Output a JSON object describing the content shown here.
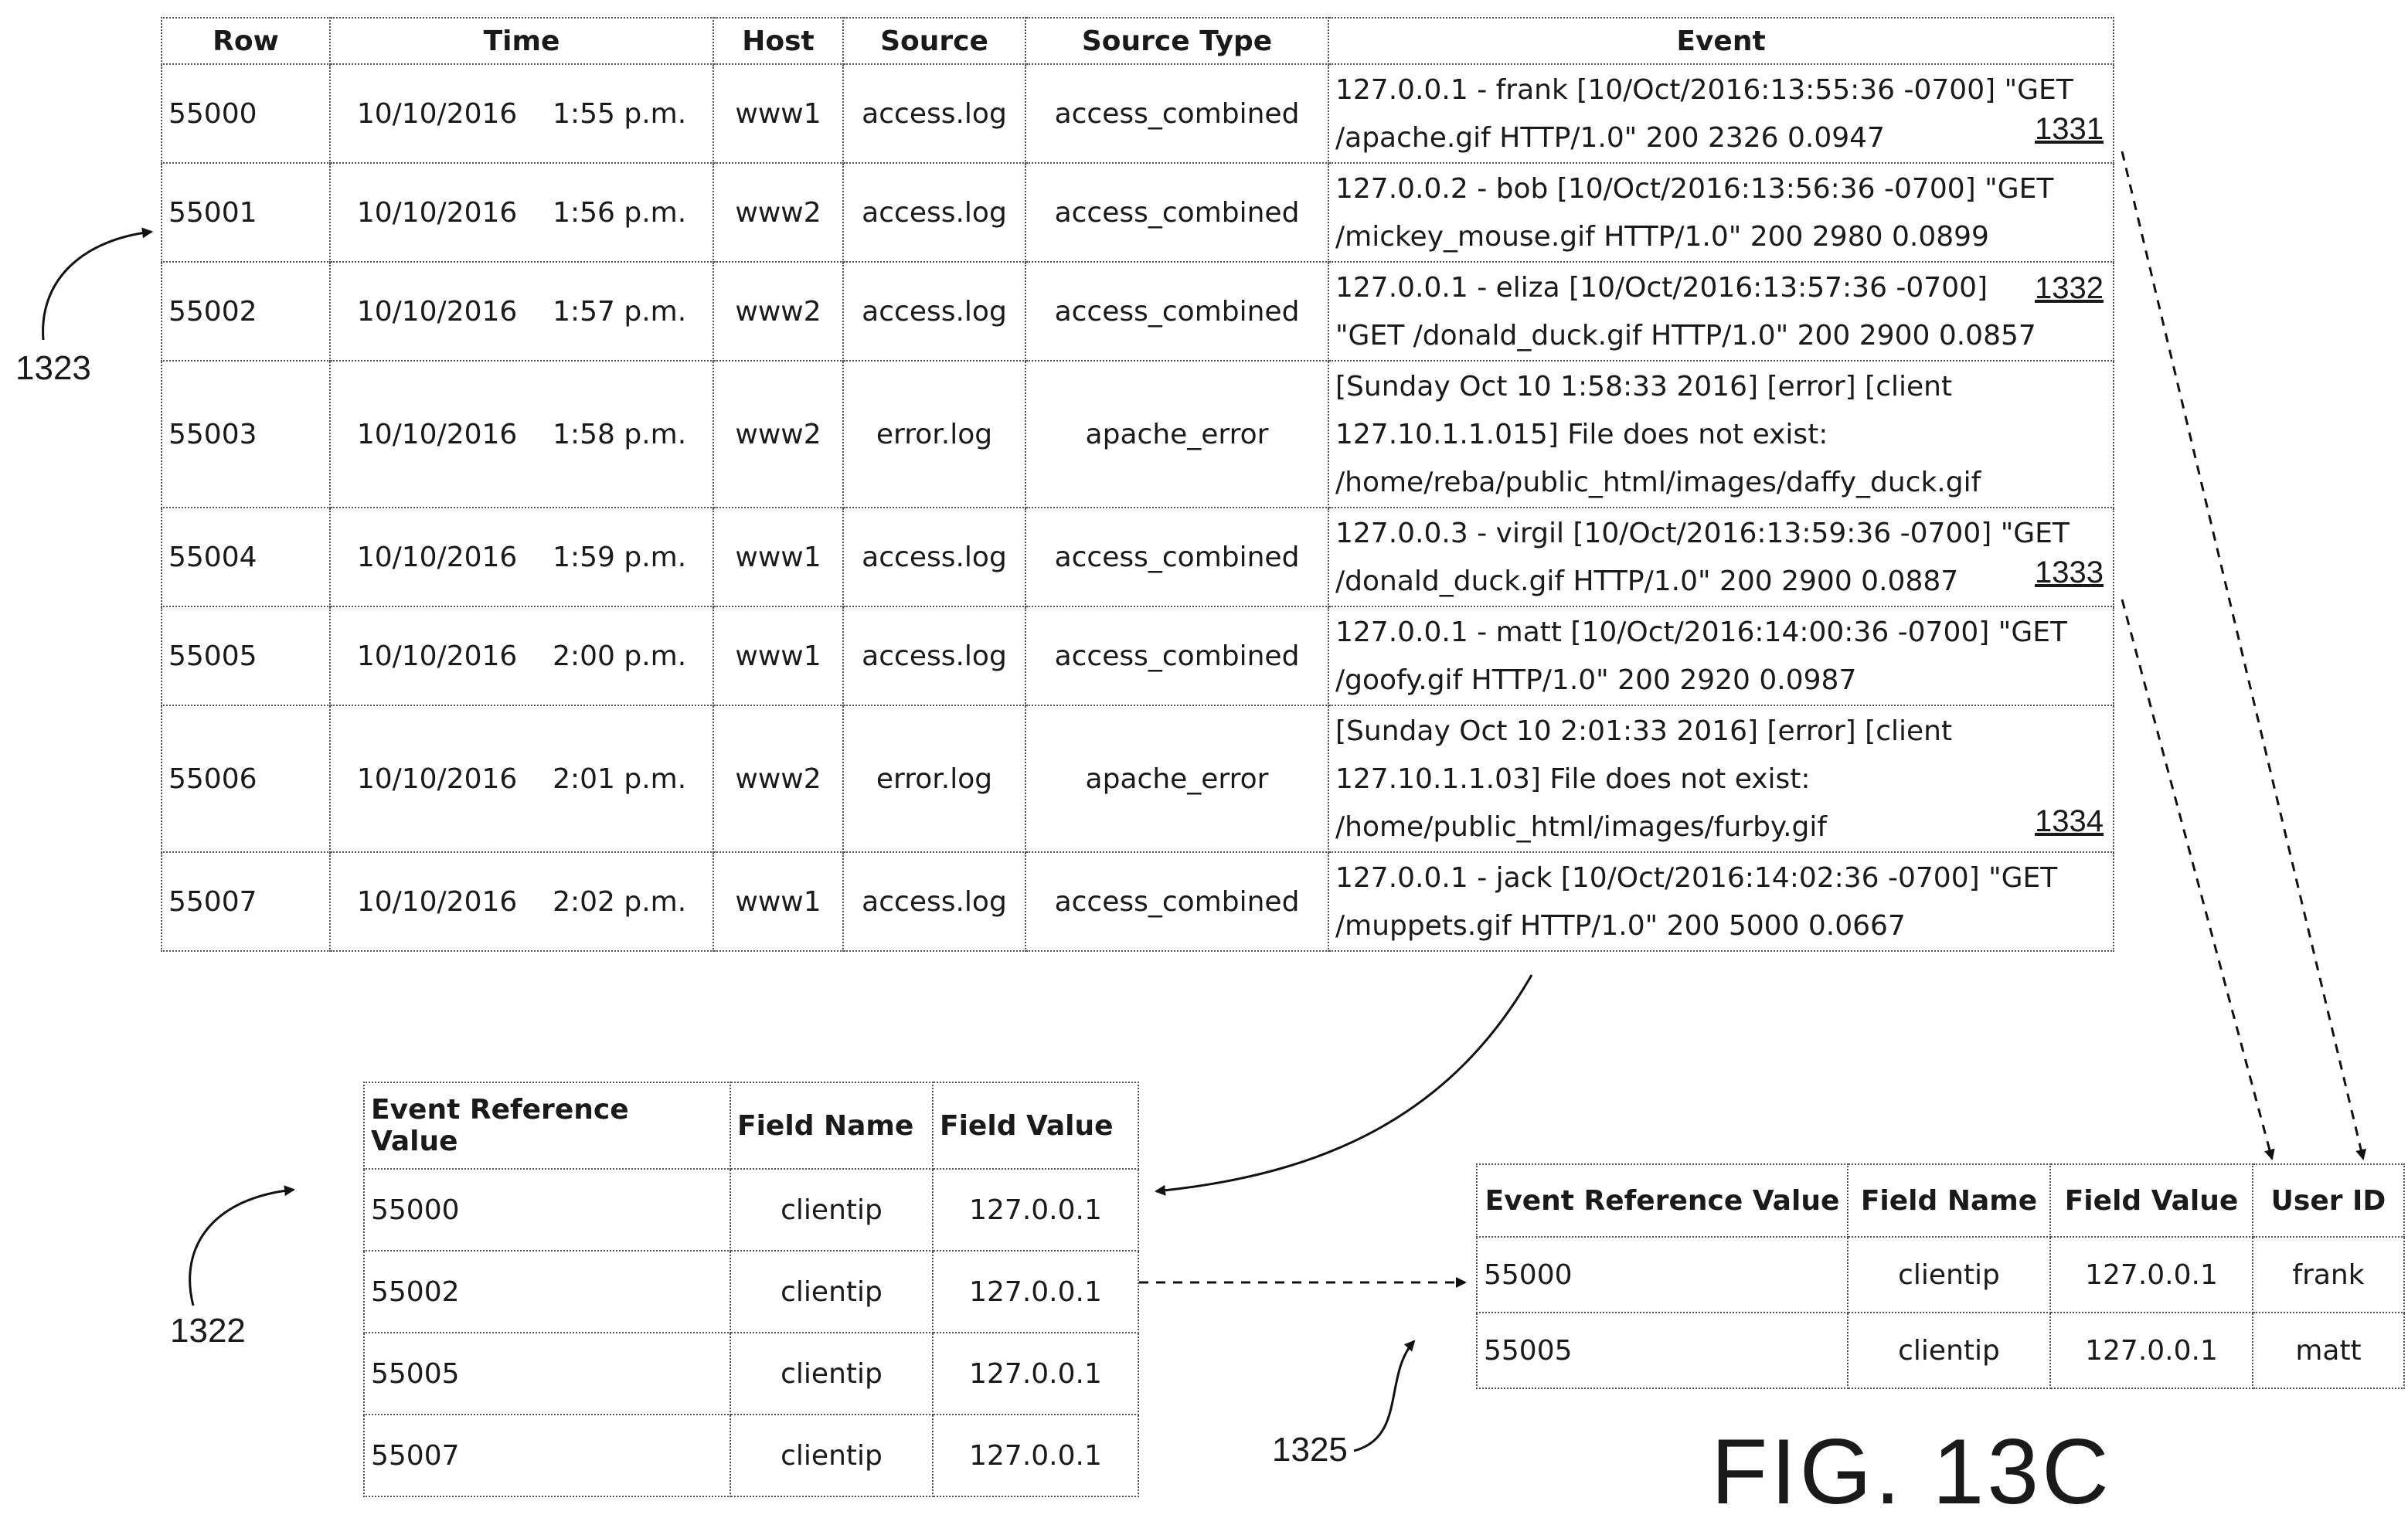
{
  "events_table": {
    "headers": [
      "Row",
      "Time",
      "Host",
      "Source",
      "Source Type",
      "Event"
    ],
    "rows": [
      {
        "row": "55000",
        "time": "10/10/2016    1:55 p.m.",
        "host": "www1",
        "source": "access.log",
        "sourcetype": "access_combined",
        "event": [
          "127.0.0.1 - frank [10/Oct/2016:13:55:36 -0700] \"GET",
          "/apache.gif HTTP/1.0\" 200 2326 0.0947"
        ],
        "ref": "1331"
      },
      {
        "row": "55001",
        "time": "10/10/2016    1:56 p.m.",
        "host": "www2",
        "source": "access.log",
        "sourcetype": "access_combined",
        "event": [
          "127.0.0.2 - bob [10/Oct/2016:13:56:36 -0700] \"GET",
          "/mickey_mouse.gif HTTP/1.0\" 200 2980 0.0899"
        ],
        "ref": ""
      },
      {
        "row": "55002",
        "time": "10/10/2016    1:57 p.m.",
        "host": "www2",
        "source": "access.log",
        "sourcetype": "access_combined",
        "event": [
          "127.0.0.1 - eliza [10/Oct/2016:13:57:36 -0700]",
          "\"GET /donald_duck.gif HTTP/1.0\" 200 2900 0.0857"
        ],
        "ref": "1332"
      },
      {
        "row": "55003",
        "time": "10/10/2016    1:58 p.m.",
        "host": "www2",
        "source": "error.log",
        "sourcetype": "apache_error",
        "event": [
          "[Sunday Oct 10 1:58:33 2016] [error] [client",
          "127.10.1.1.015] File does not exist:",
          "/home/reba/public_html/images/daffy_duck.gif"
        ],
        "ref": ""
      },
      {
        "row": "55004",
        "time": "10/10/2016    1:59 p.m.",
        "host": "www1",
        "source": "access.log",
        "sourcetype": "access_combined",
        "event": [
          "127.0.0.3 - virgil [10/Oct/2016:13:59:36 -0700] \"GET",
          "/donald_duck.gif HTTP/1.0\" 200 2900 0.0887"
        ],
        "ref": "1333"
      },
      {
        "row": "55005",
        "time": "10/10/2016    2:00 p.m.",
        "host": "www1",
        "source": "access.log",
        "sourcetype": "access_combined",
        "event": [
          "127.0.0.1 - matt [10/Oct/2016:14:00:36 -0700] \"GET",
          "/goofy.gif HTTP/1.0\" 200 2920 0.0987"
        ],
        "ref": ""
      },
      {
        "row": "55006",
        "time": "10/10/2016    2:01 p.m.",
        "host": "www2",
        "source": "error.log",
        "sourcetype": "apache_error",
        "event": [
          "[Sunday Oct 10 2:01:33 2016] [error] [client",
          "127.10.1.1.03] File does not exist:",
          "/home/public_html/images/furby.gif"
        ],
        "ref": "1334"
      },
      {
        "row": "55007",
        "time": "10/10/2016    2:02 p.m.",
        "host": "www1",
        "source": "access.log",
        "sourcetype": "access_combined",
        "event": [
          "127.0.0.1 - jack [10/Oct/2016:14:02:36 -0700] \"GET",
          "/muppets.gif HTTP/1.0\" 200 5000 0.0667"
        ],
        "ref": ""
      }
    ]
  },
  "lookup_table": {
    "headers": [
      "Event Reference Value",
      "Field Name",
      "Field Value"
    ],
    "rows": [
      [
        "55000",
        "clientip",
        "127.0.0.1"
      ],
      [
        "55002",
        "clientip",
        "127.0.0.1"
      ],
      [
        "55005",
        "clientip",
        "127.0.0.1"
      ],
      [
        "55007",
        "clientip",
        "127.0.0.1"
      ]
    ]
  },
  "result_table": {
    "headers": [
      "Event Reference Value",
      "Field Name",
      "Field Value",
      "User ID"
    ],
    "rows": [
      [
        "55000",
        "clientip",
        "127.0.0.1",
        "frank"
      ],
      [
        "55005",
        "clientip",
        "127.0.0.1",
        "matt"
      ]
    ]
  },
  "labels": {
    "l1323": "1323",
    "l1322": "1322",
    "l1325": "1325",
    "figure": "FIG. 13C"
  }
}
